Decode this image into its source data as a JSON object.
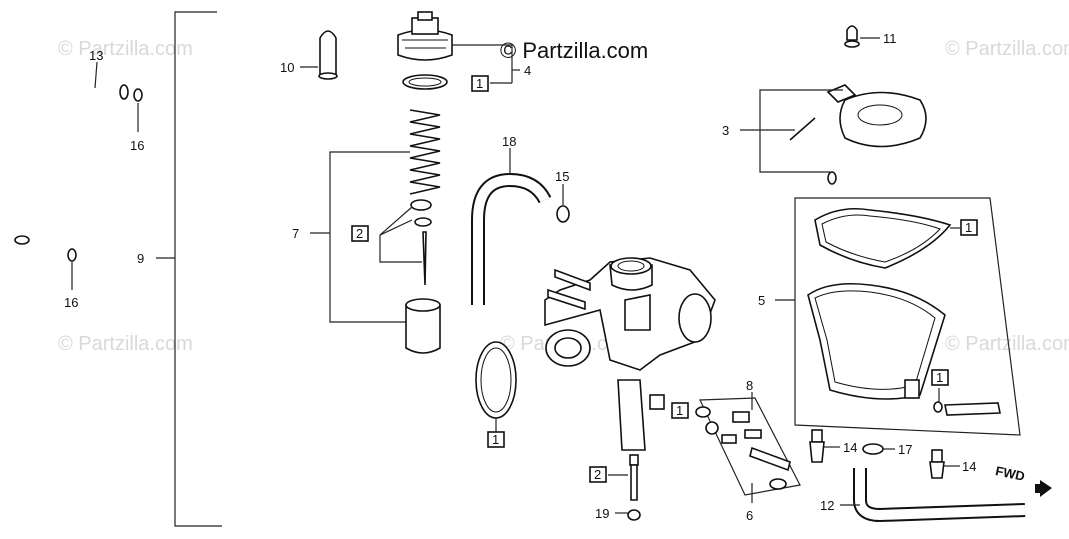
{
  "brand": "© Partzilla.com",
  "watermark": "© Partzilla.com",
  "fwd_label": "FWD",
  "callouts": {
    "c1": "1",
    "c2": "2",
    "c3": "3",
    "c4": "4",
    "c5": "5",
    "c6": "6",
    "c7": "7",
    "c8": "8",
    "c9": "9",
    "c10": "10",
    "c11": "11",
    "c12": "12",
    "c13": "13",
    "c14a": "14",
    "c14b": "14",
    "c15": "15",
    "c16a": "16",
    "c16b": "16",
    "c17": "17",
    "c18": "18",
    "c19": "19"
  },
  "boxed_refs": {
    "b1_cap": "1",
    "b2_needle": "2",
    "b1_oring": "1",
    "b1_jets": "1",
    "b2_screw": "2",
    "b1_gasket": "1",
    "b1_float": "1"
  }
}
